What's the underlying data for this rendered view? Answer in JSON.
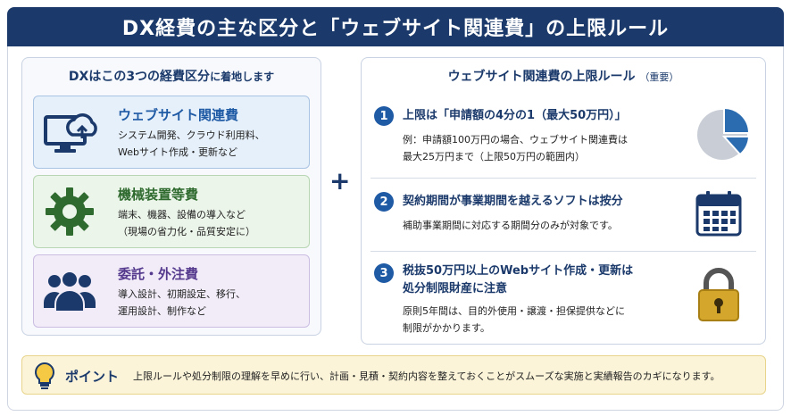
{
  "header": {
    "title": "DX経費の主な区分と「ウェブサイト関連費」の上限ルール"
  },
  "left": {
    "title_main": "DXはこの3つの経費区分",
    "title_suffix": "に着地します",
    "categories": [
      {
        "title": "ウェブサイト関連費",
        "desc1": "システム開発、クラウド利用料、",
        "desc2": "Webサイト作成・更新など",
        "icon": "cloud-monitor-icon"
      },
      {
        "title": "機械装置等費",
        "desc1": "端末、機器、設備の導入など",
        "desc2": "（現場の省力化・品質安定に）",
        "icon": "gear-icon"
      },
      {
        "title": "委託・外注費",
        "desc1": "導入設計、初期設定、移行、",
        "desc2": "運用設計、制作など",
        "icon": "people-icon"
      }
    ]
  },
  "connector": {
    "symbol": "+"
  },
  "right": {
    "title_main": "ウェブサイト関連費の上限ルール",
    "title_suffix": "（重要）",
    "rules": [
      {
        "num": "1",
        "title": "上限は「申請額の4分の1（最大50万円）」",
        "desc1": "例：申請額100万円の場合、ウェブサイト関連費は",
        "desc2": "最大25万円まで（上限50万円の範囲内）",
        "icon": "pie-chart-icon"
      },
      {
        "num": "2",
        "title": "契約期間が事業期間を越えるソフトは按分",
        "desc1": "補助事業期間に対応する期間分のみが対象です。",
        "desc2": "",
        "icon": "calendar-icon"
      },
      {
        "num": "3",
        "title1": "税抜50万円以上のWebサイト作成・更新は",
        "title2": "処分制限財産に注意",
        "desc1": "原則5年間は、目的外使用・譲渡・担保提供などに",
        "desc2": "制限がかかります。",
        "icon": "padlock-icon"
      }
    ]
  },
  "point": {
    "label": "ポイント",
    "text": "上限ルールや処分制限の理解を早めに行い、計画・見積・契約内容を整えておくことがスムーズな実施と実績報告のカギになります。",
    "icon": "lightbulb-icon"
  },
  "colors": {
    "navy": "#1b3a6b",
    "blue": "#1f5aa5",
    "pie_share": "#2b6cb0",
    "pie_rest": "#c9ced6",
    "lock": "#d4a72c"
  }
}
